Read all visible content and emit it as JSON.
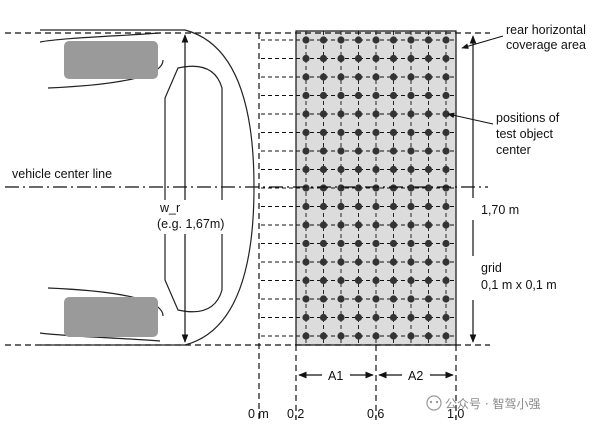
{
  "labels": {
    "rear_coverage": [
      "rear horizontal",
      "coverage area"
    ],
    "test_object": [
      "positions of",
      "test object",
      "center"
    ],
    "center_line": "vehicle center line",
    "vehicle_width": [
      "w_r",
      "(e.g. 1,67m)"
    ],
    "area_height": "1,70 m",
    "grid": [
      "grid",
      "0,1 m x 0,1 m"
    ],
    "zone_a1": "A1",
    "zone_a2": "A2",
    "axis_ticks": [
      "0 m",
      "0,2",
      "0,6",
      "1,0"
    ]
  },
  "watermark": "公众号 · 智驾小强",
  "grid": {
    "columns": 9,
    "rows": 17,
    "spacing_m": 0.1,
    "x_start_m": 0.2,
    "x_end_m": 1.0,
    "height_m": 1.7
  },
  "colors": {
    "area_fill": "#dcdcdc",
    "stroke": "#111111",
    "gray_patch": "#9a9a9a",
    "dot": "#333333"
  }
}
